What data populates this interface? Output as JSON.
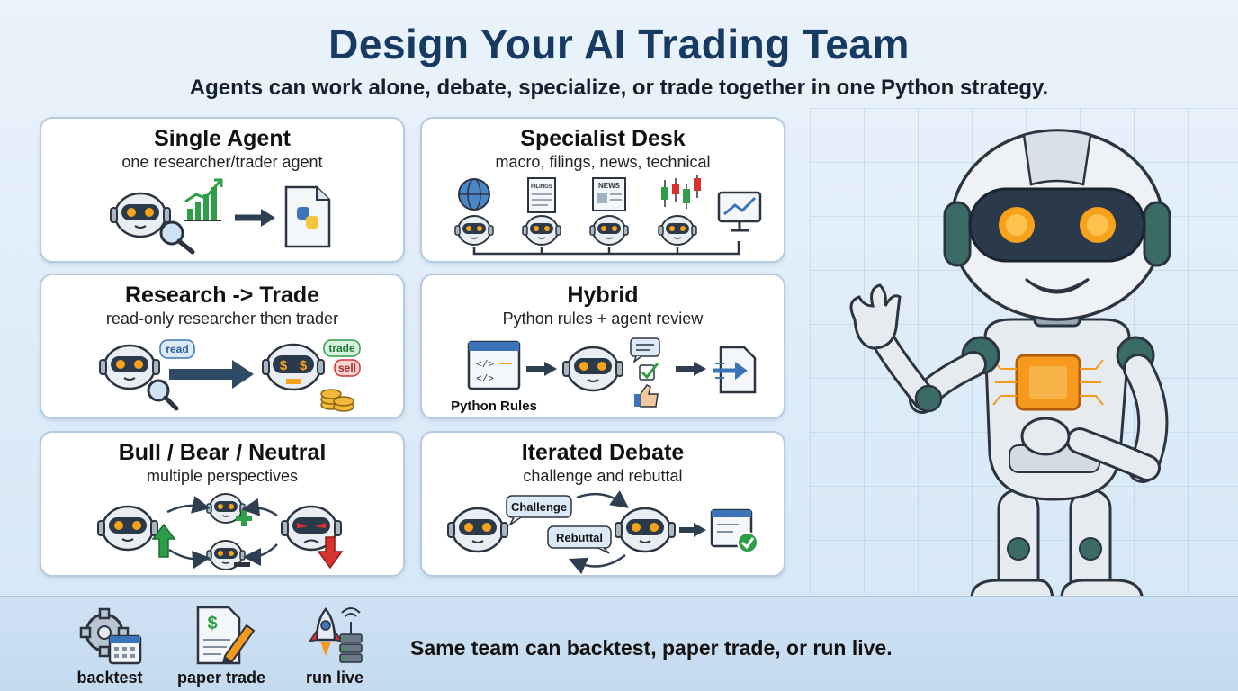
{
  "header": {
    "title": "Design Your AI Trading Team",
    "subtitle": "Agents can work alone, debate, specialize, or trade together in one Python strategy."
  },
  "cards": [
    {
      "title": "Single Agent",
      "subtitle": "one researcher/trader agent"
    },
    {
      "title": "Specialist Desk",
      "subtitle": "macro, filings, news, technical"
    },
    {
      "title": "Research -> Trade",
      "subtitle": "read-only researcher then trader"
    },
    {
      "title": "Hybrid",
      "subtitle": "Python rules + agent review"
    },
    {
      "title": "Bull / Bear / Neutral",
      "subtitle": "multiple perspectives"
    },
    {
      "title": "Iterated Debate",
      "subtitle": "challenge and rebuttal"
    }
  ],
  "labels": {
    "filings": "FILINGS",
    "news": "NEWS",
    "read": "read",
    "trade": "trade",
    "sell": "sell",
    "python_rules": "Python Rules",
    "challenge": "Challenge",
    "rebuttal": "Rebuttal"
  },
  "footer": {
    "modes": [
      {
        "label": "backtest",
        "icon": "gear-calendar-icon"
      },
      {
        "label": "paper trade",
        "icon": "document-pencil-icon"
      },
      {
        "label": "run live",
        "icon": "rocket-server-icon"
      }
    ],
    "tagline": "Same team can backtest, paper trade, or run live."
  },
  "colors": {
    "title": "#173a63",
    "accent_orange": "#f59a1e",
    "robot_body": "#e6ebf0",
    "visor": "#2b3a4a",
    "up": "#2e9e48",
    "down": "#d8322e"
  }
}
